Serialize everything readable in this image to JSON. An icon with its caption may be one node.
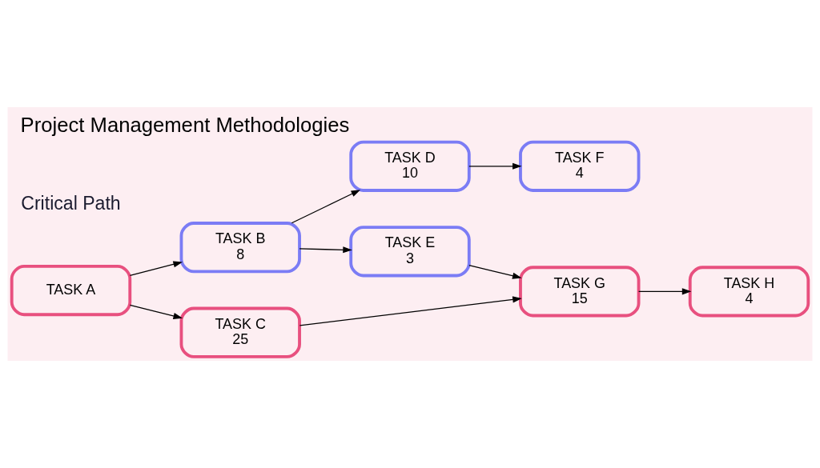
{
  "diagram": {
    "title": "Project Management Methodologies",
    "nodes": [
      {
        "text": [
          "TASK A"
        ]
      },
      {
        "text": [
          "TASK B",
          "8"
        ]
      },
      {
        "text": [
          "TASK C",
          "25"
        ]
      },
      {
        "text": [
          "TASK D",
          "10"
        ]
      },
      {
        "text": [
          "TASK E",
          "3"
        ]
      },
      {
        "text": [
          "TASK F",
          "4"
        ]
      },
      {
        "text": [
          "TASK G",
          "15"
        ]
      },
      {
        "text": [
          "TASK H",
          "4"
        ]
      }
    ],
    "edges": [
      {
        "from": 0,
        "to": 1,
        "arrow": "to"
      },
      {
        "from": 0,
        "to": 2,
        "arrow": "to"
      },
      {
        "from": 1,
        "to": 3,
        "arrow": "to"
      },
      {
        "from": 1,
        "to": 4,
        "arrow": "to"
      },
      {
        "from": 3,
        "to": 5,
        "arrow": "to"
      },
      {
        "from": 4,
        "to": 6,
        "arrow": "to"
      },
      {
        "from": 2,
        "to": 6,
        "arrow": "to"
      },
      {
        "from": 6,
        "to": 7,
        "arrow": "to"
      }
    ],
    "labels": [
      "Critical Path"
    ]
  }
}
